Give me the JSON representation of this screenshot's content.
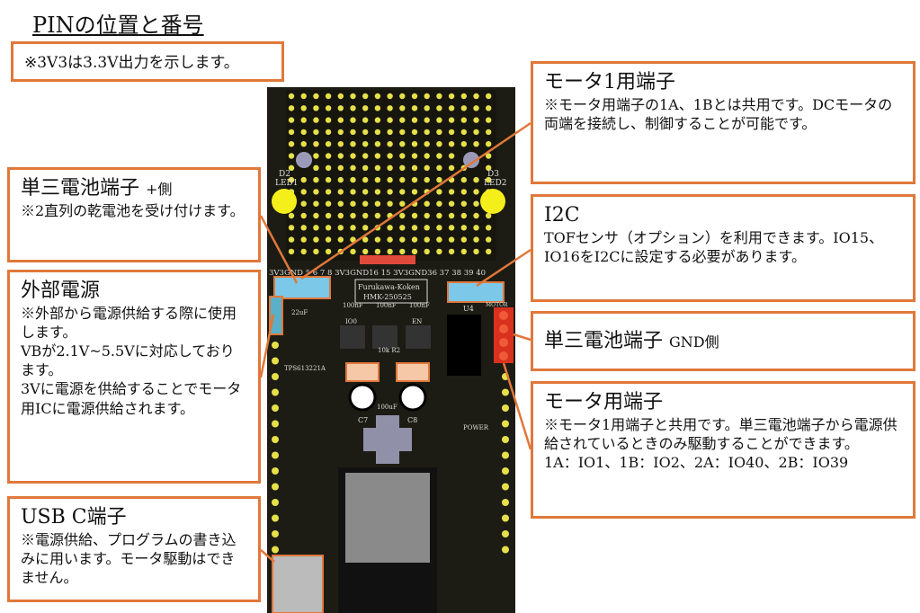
{
  "title": "PINの位置と番号",
  "note": "※3V3は3.3V出力を示します。",
  "callouts": {
    "motor1": {
      "heading": "モータ1用端子",
      "body": "※モータ用端子の1A、1Bとは共用です。DCモータの両端を接続し、制御することが可能です。"
    },
    "battery_plus": {
      "heading": "単三電池端子 ",
      "heading_suffix": "+側",
      "body": "※2直列の乾電池を受け付けます。"
    },
    "i2c": {
      "heading": "I2C",
      "body": "TOFセンサ（オプション）を利用できます。IO15、IO16をI2Cに設定する必要があります。"
    },
    "external_power": {
      "heading": "外部電源",
      "body": [
        "※外部から電源供給する際に使用します。",
        "VBが2.1V~5.5Vに対応しております。",
        "3Vに電源を供給することでモータ用ICに電源供給されます。"
      ]
    },
    "battery_gnd": {
      "heading": "単三電池端子 ",
      "heading_suffix": "GND側"
    },
    "motor": {
      "heading": "モータ用端子",
      "body": "※モータ1用端子と共用です。単三電池端子から電源供給されているときのみ駆動することができます。",
      "pins": "1A：IO1、1B：IO2、2A：IO40、2B：IO39"
    },
    "usbc": {
      "heading": "USB C端子",
      "body": "※電源供給、プログラムの書き込みに用います。モータ駆動はできません。"
    }
  },
  "board": {
    "silk_name": "Furukawa-Koken",
    "silk_model": "HMK-250525",
    "pin_row": "3V3GND 5  6  7  8 3V3GND16 15 3V3GND36 37 38 39 40",
    "labels": {
      "d2": "D2",
      "led1": "LED1",
      "d3": "D3",
      "led2": "LED2",
      "u4": "U4",
      "motor": "MOTOR",
      "c7": "C7",
      "c8": "C8",
      "power": "POWER",
      "ic": "TPS613221A",
      "cap100n": "100nF",
      "cap22u": "22uF",
      "cap100u": "100uF",
      "r10k": "10k R2",
      "io0": "IO0",
      "en": "EN"
    }
  },
  "colors": {
    "accent": "#e0783a",
    "pcb": "#1c1c14",
    "pad": "#e6e04a",
    "connector_blue": "#7cc8e8",
    "connector_red": "#d8321e"
  }
}
